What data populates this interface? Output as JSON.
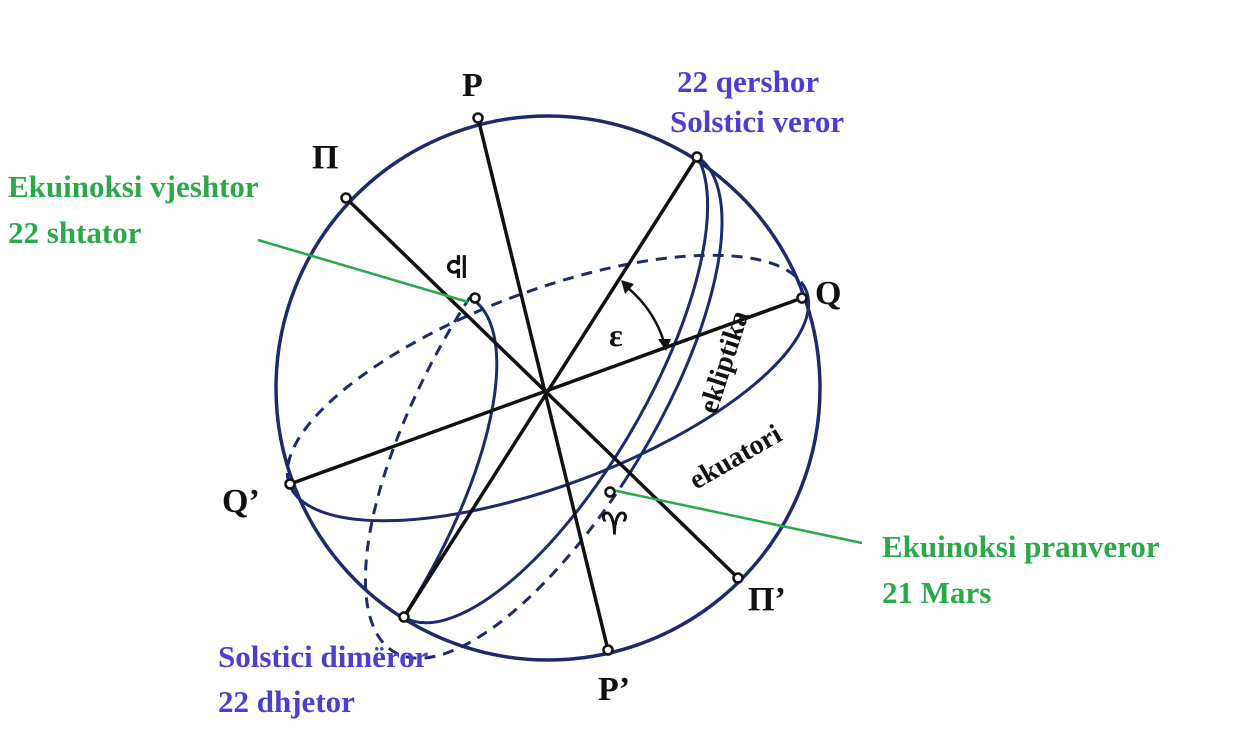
{
  "colors": {
    "sphere": "#1f2a6b",
    "axes": "#111111",
    "blue_text": "#4a3fd0",
    "green_text": "#2aa84a",
    "pointer": "#2aa84a"
  },
  "points": {
    "P": "P",
    "P_prime": "P’",
    "Q": "Q",
    "Q_prime": "Q’",
    "Pi": "Π",
    "Pi_prime": "Π’",
    "libra": "♎︎",
    "aries": "♈︎",
    "epsilon": "ε"
  },
  "curves": {
    "ecliptic": "ekliptika",
    "equator": "ekuatori"
  },
  "annotations": {
    "summer_solstice": {
      "date": "22 qershor",
      "name": "Solstici veror"
    },
    "winter_solstice": {
      "name": "Solstici dimëror",
      "date": "22 dhjetor"
    },
    "autumn_equinox": {
      "name": "Ekuinoksi vjeshtor",
      "date": "22 shtator"
    },
    "spring_equinox": {
      "name": "Ekuinoksi pranveror",
      "date": "21 Mars"
    }
  }
}
